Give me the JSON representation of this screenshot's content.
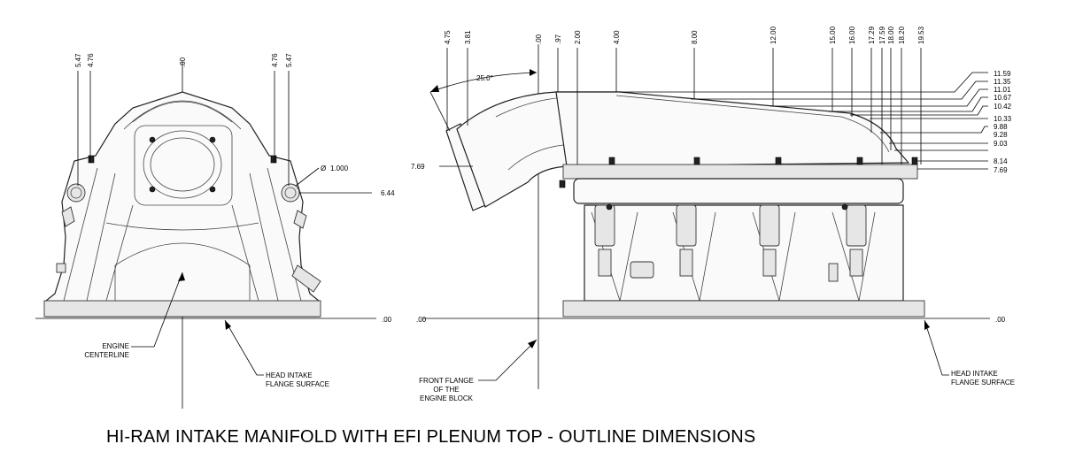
{
  "title": "HI-RAM INTAKE MANIFOLD WITH EFI PLENUM TOP - OUTLINE DIMENSIONS",
  "front_view": {
    "top_dims_left": [
      "5.47",
      "4.76"
    ],
    "center_dim": ".00",
    "top_dims_right": [
      "4.76",
      "5.47"
    ],
    "diameter_symbol": "Ø",
    "diameter": "1.000",
    "height": "6.44",
    "base": ".00",
    "centerline_label": [
      "ENGINE",
      "CENTERLINE"
    ],
    "flange_label": [
      "HEAD INTAKE",
      "FLANGE SURFACE"
    ]
  },
  "side_view": {
    "top_dims": [
      "4.75",
      "3.81",
      ".00",
      ".97",
      "2.00",
      "4.00",
      "8.00",
      "12.00",
      "15.00",
      "16.00",
      "17.29",
      "17.59",
      "18.00",
      "18.20",
      "19.53"
    ],
    "angle": "25.0°",
    "left_height": "7.69",
    "right_heights": [
      "11.59",
      "11.35",
      "11.01",
      "10.67",
      "10.42",
      "10.33",
      "9.88",
      "9.28",
      "9.03",
      "8.14",
      "7.69"
    ],
    "base_left": ".00",
    "base_right": ".00",
    "front_flange_label": [
      "FRONT FLANGE",
      "OF THE",
      "ENGINE BLOCK"
    ],
    "flange_label": [
      "HEAD INTAKE",
      "FLANGE SURFACE"
    ]
  }
}
